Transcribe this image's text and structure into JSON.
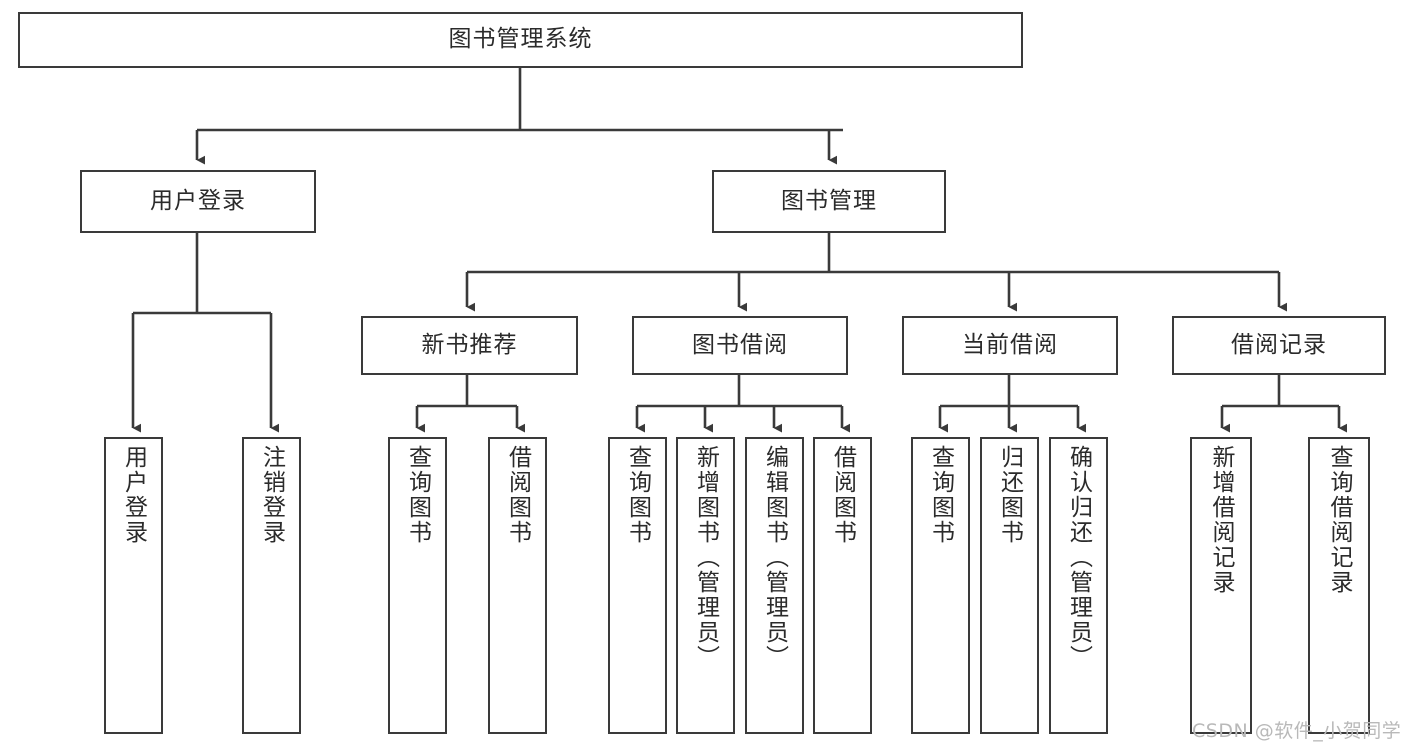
{
  "diagram": {
    "type": "tree-hierarchy-diagram",
    "title": "图书管理系统",
    "colors": {
      "stroke": "#3a3a3a",
      "background": "#ffffff",
      "text": "#2b2b2b",
      "watermark": "#b9b9b9"
    },
    "levels": {
      "root": {
        "label": "图书管理系统"
      },
      "level2": [
        {
          "label": "用户登录"
        },
        {
          "label": "图书管理"
        }
      ],
      "level3": [
        {
          "label": "新书推荐"
        },
        {
          "label": "图书借阅"
        },
        {
          "label": "当前借阅"
        },
        {
          "label": "借阅记录"
        }
      ],
      "leaves": {
        "user_login": [
          {
            "label": "用户登录"
          },
          {
            "label": "注销登录"
          }
        ],
        "new_book_recommend": [
          {
            "label": "查询图书"
          },
          {
            "label": "借阅图书"
          }
        ],
        "book_borrow": [
          {
            "label": "查询图书"
          },
          {
            "label": "新增图书（管理员）"
          },
          {
            "label": "编辑图书（管理员）"
          },
          {
            "label": "借阅图书"
          }
        ],
        "current_borrow": [
          {
            "label": "查询图书"
          },
          {
            "label": "归还图书"
          },
          {
            "label": "确认归还（管理员）"
          }
        ],
        "borrow_record": [
          {
            "label": "新增借阅记录"
          },
          {
            "label": "查询借阅记录"
          }
        ]
      }
    },
    "watermark": "CSDN @软件_小贺同学"
  }
}
